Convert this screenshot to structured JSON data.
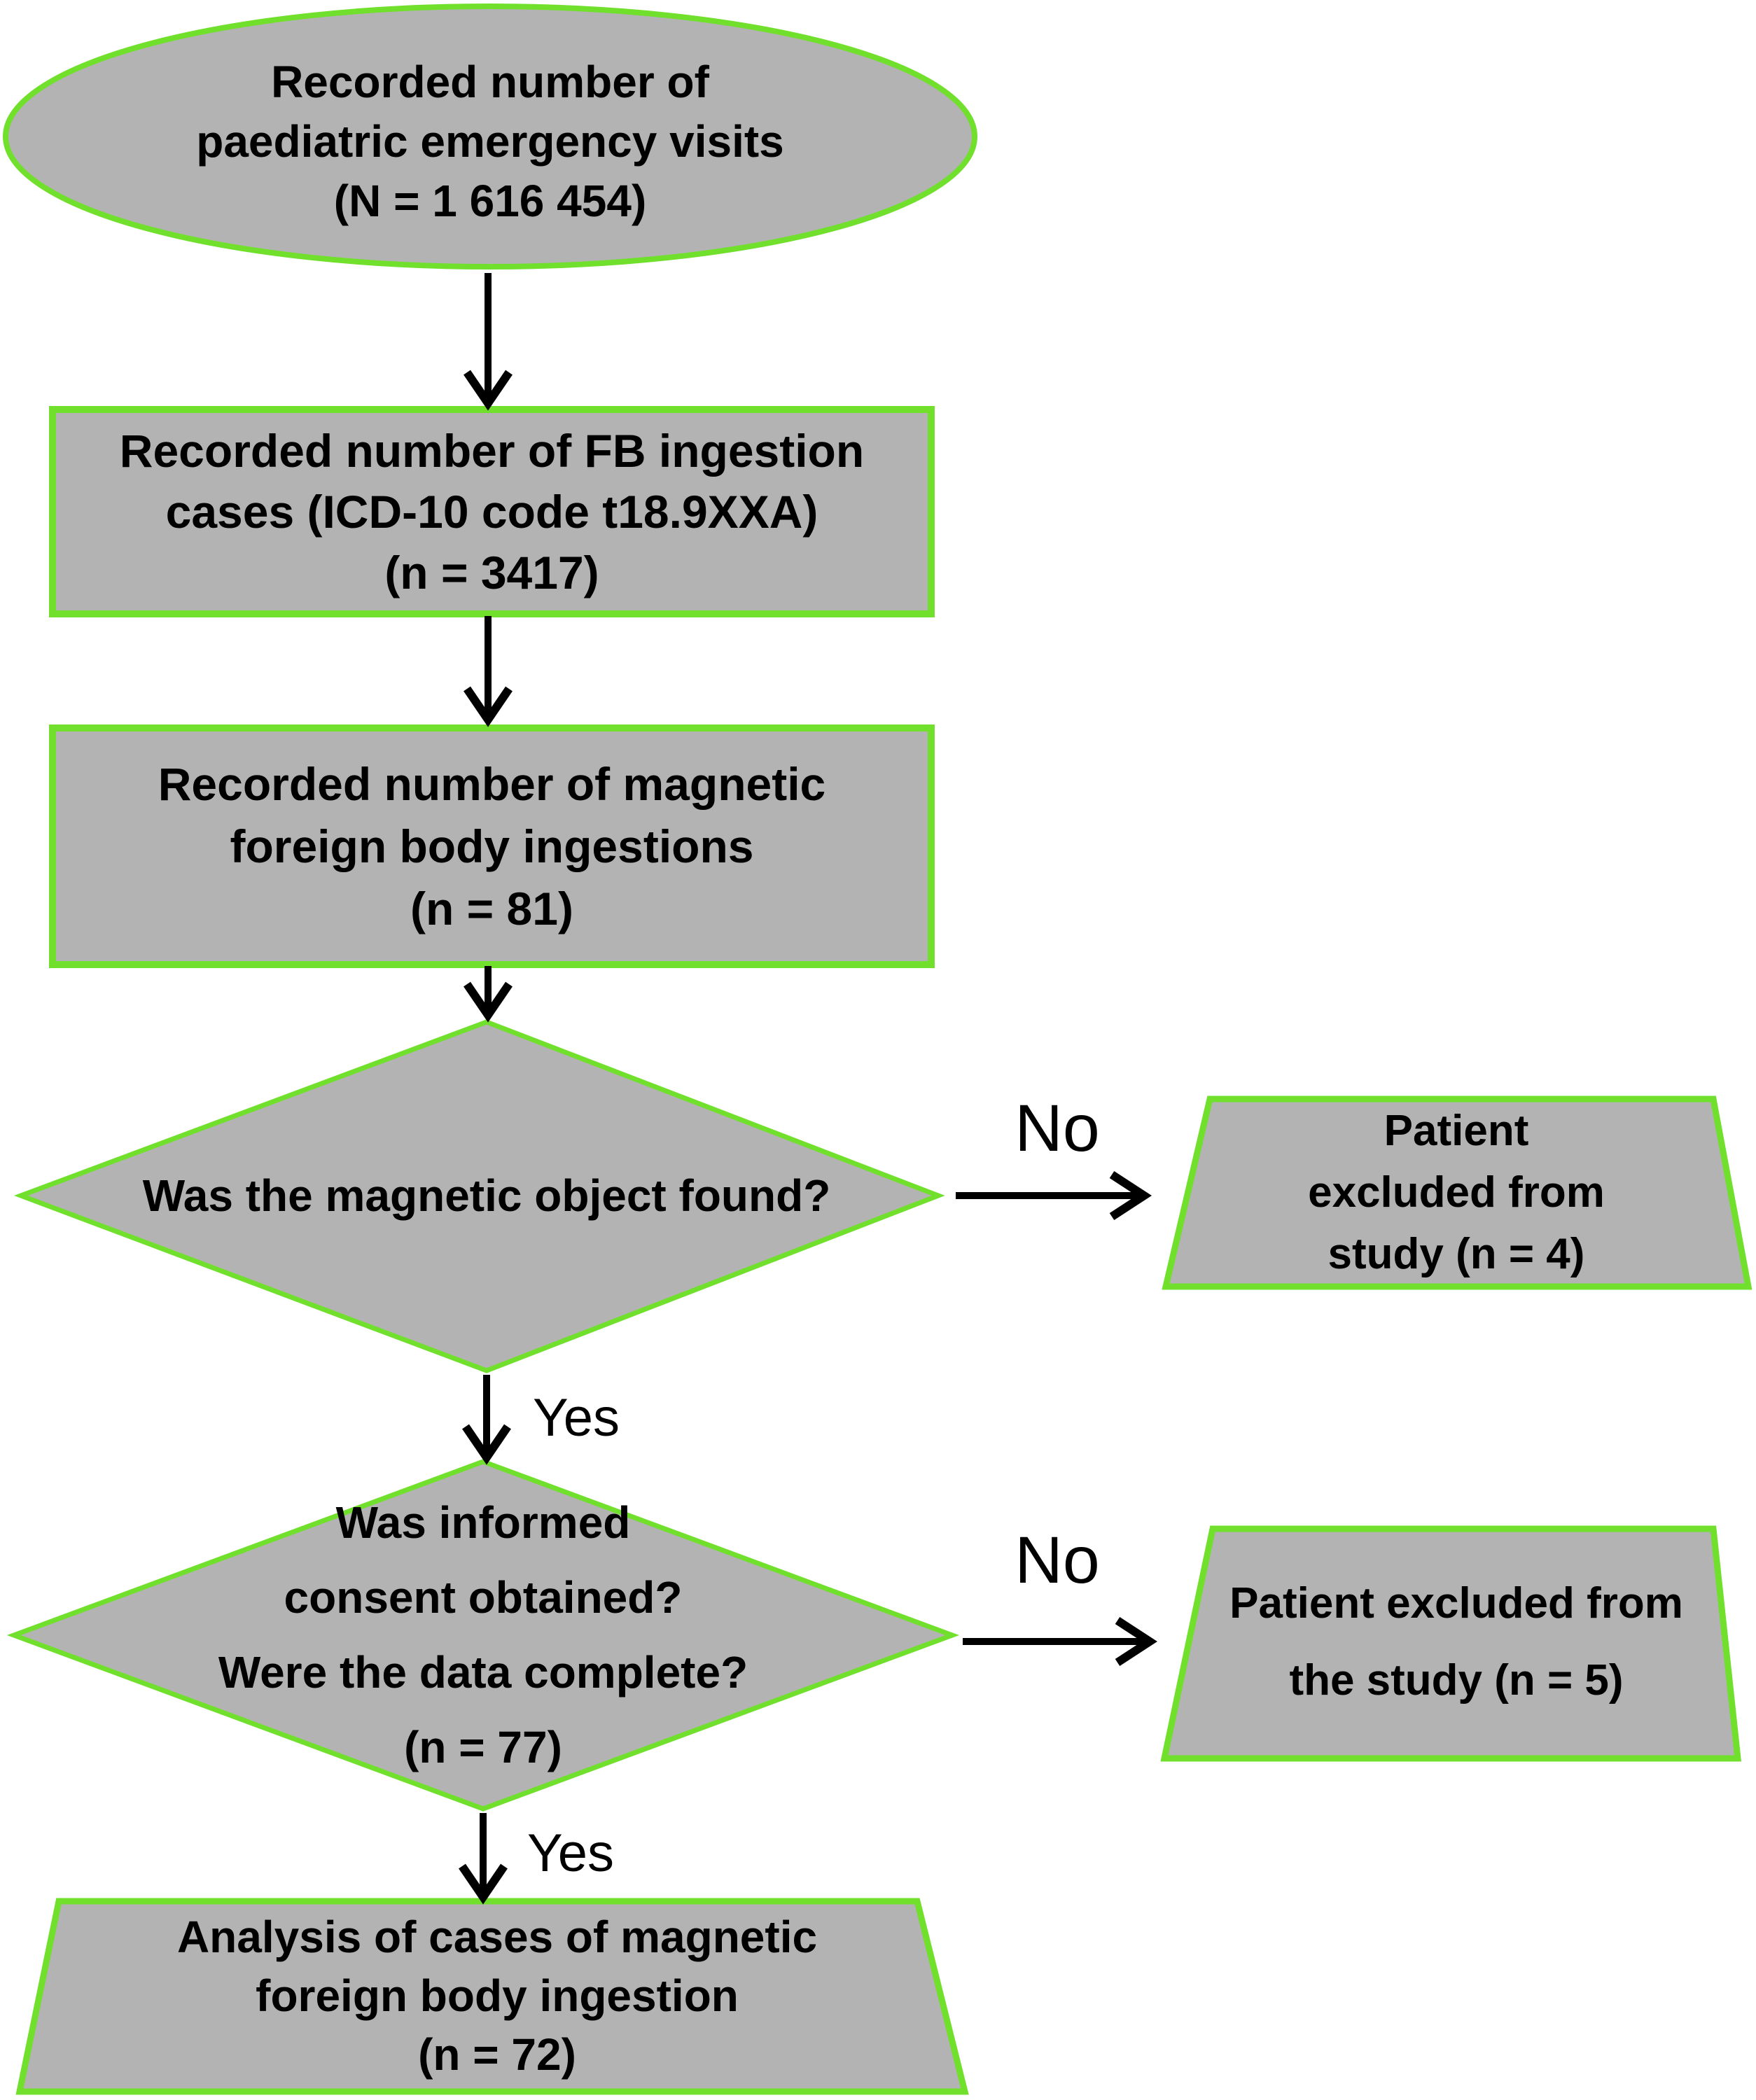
{
  "figure": {
    "type": "flowchart",
    "title": "Study inclusion flowchart for magnetic foreign body ingestion",
    "colors": {
      "node_fill": "#b3b3b3",
      "node_border": "#70e02c",
      "arrow": "#000000",
      "text": "#000000",
      "background": "#ffffff"
    },
    "nodes": {
      "start": {
        "shape": "ellipse",
        "lines": [
          "Recorded number of",
          "paediatric emergency visits",
          "(N = 1 616 454)"
        ]
      },
      "fb_cases": {
        "shape": "rectangle",
        "lines": [
          "Recorded number of FB ingestion",
          "cases (ICD-10 code t18.9XXA)",
          "(n = 3417)"
        ]
      },
      "magnetic_cases": {
        "shape": "rectangle",
        "lines": [
          "Recorded number of magnetic",
          "foreign body ingestions",
          "(n = 81)"
        ]
      },
      "decision_found": {
        "shape": "diamond",
        "lines": [
          "Was the magnetic object found?"
        ]
      },
      "excluded_4": {
        "shape": "trapezoid",
        "lines": [
          "Patient",
          "excluded from",
          "study (n = 4)"
        ]
      },
      "decision_consent": {
        "shape": "diamond",
        "lines": [
          "Was informed",
          "consent obtained?",
          "Were the data complete?",
          "(n = 77)"
        ]
      },
      "excluded_5": {
        "shape": "trapezoid",
        "lines": [
          "Patient excluded from",
          "the study (n = 5)"
        ]
      },
      "analysis": {
        "shape": "trapezoid",
        "lines": [
          "Analysis of cases of magnetic",
          "foreign body ingestion",
          "(n = 72)"
        ]
      }
    },
    "edge_labels": {
      "no_found": "No",
      "yes_found": "Yes",
      "no_consent": "No",
      "yes_consent": "Yes"
    }
  }
}
